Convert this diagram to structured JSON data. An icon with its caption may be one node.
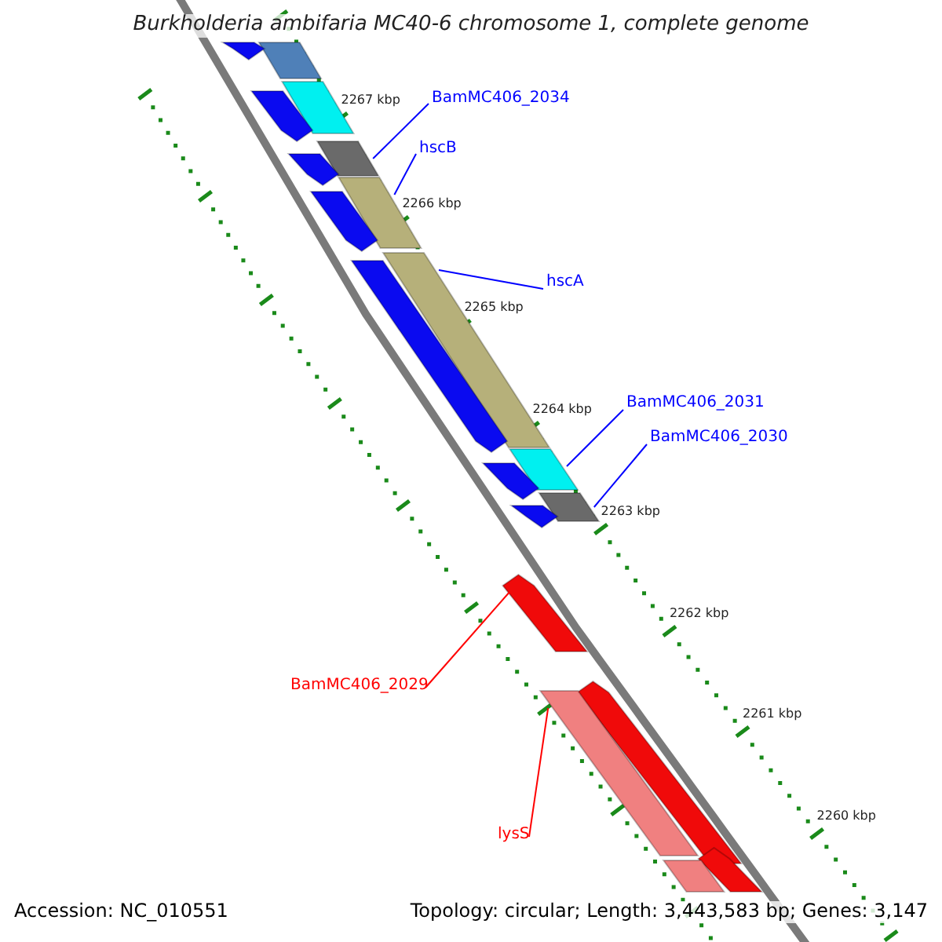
{
  "diagram": {
    "title": "Burkholderia ambifaria MC40-6 chromosome 1, complete genome",
    "nodes": [
      {
        "text": [],
        "shape": "bar"
      },
      {
        "text": [],
        "shape": "bar"
      },
      {
        "text": [],
        "shape": "bar"
      },
      {
        "text": [],
        "shape": "bar"
      },
      {
        "text": [],
        "shape": "bar"
      },
      {
        "text": [],
        "shape": "bar"
      },
      {
        "text": [],
        "shape": "bar"
      },
      {
        "text": [],
        "shape": "bar"
      },
      {
        "text": [],
        "shape": "bar"
      },
      {
        "text": [],
        "shape": "bar"
      },
      {
        "text": [],
        "shape": "bar"
      },
      {
        "text": [],
        "shape": "bar"
      },
      {
        "text": [],
        "shape": "bar"
      },
      {
        "text": [],
        "shape": "bar"
      },
      {
        "text": [],
        "shape": "bar"
      },
      {
        "text": [],
        "shape": "bar"
      },
      {
        "text": [],
        "shape": "bar"
      },
      {
        "text": [],
        "shape": "bar"
      },
      {
        "text": [],
        "shape": "bar"
      },
      {
        "text": [
          "BamMC406_2034"
        ]
      },
      {
        "text": [
          "hscB"
        ]
      },
      {
        "text": [
          "hscA"
        ]
      },
      {
        "text": [
          "BamMC406_2031"
        ]
      },
      {
        "text": [
          "BamMC406_2030"
        ]
      },
      {
        "text": [
          "BamMC406_2029"
        ]
      },
      {
        "text": [
          "lysS"
        ]
      }
    ],
    "edges": [
      {
        "from": 19,
        "to": 4,
        "arrow": "none"
      },
      {
        "from": 20,
        "to": 6,
        "arrow": "none"
      },
      {
        "from": 21,
        "to": 8,
        "arrow": "none"
      },
      {
        "from": 22,
        "to": 10,
        "arrow": "none"
      },
      {
        "from": 23,
        "to": 12,
        "arrow": "none"
      },
      {
        "from": 24,
        "to": 14,
        "arrow": "none",
        "color": "#ff0000"
      },
      {
        "from": 25,
        "to": 16,
        "arrow": "none",
        "color": "#ff0000"
      }
    ],
    "labels": [
      "2267 kbp",
      "2266 kbp",
      "2265 kbp",
      "2264 kbp",
      "2263 kbp",
      "2262 kbp",
      "2261 kbp",
      "2260 kbp",
      "Accession: NC_010551",
      "Topology: circular; Length: 3,443,583 bp; Genes: 3,147"
    ]
  }
}
